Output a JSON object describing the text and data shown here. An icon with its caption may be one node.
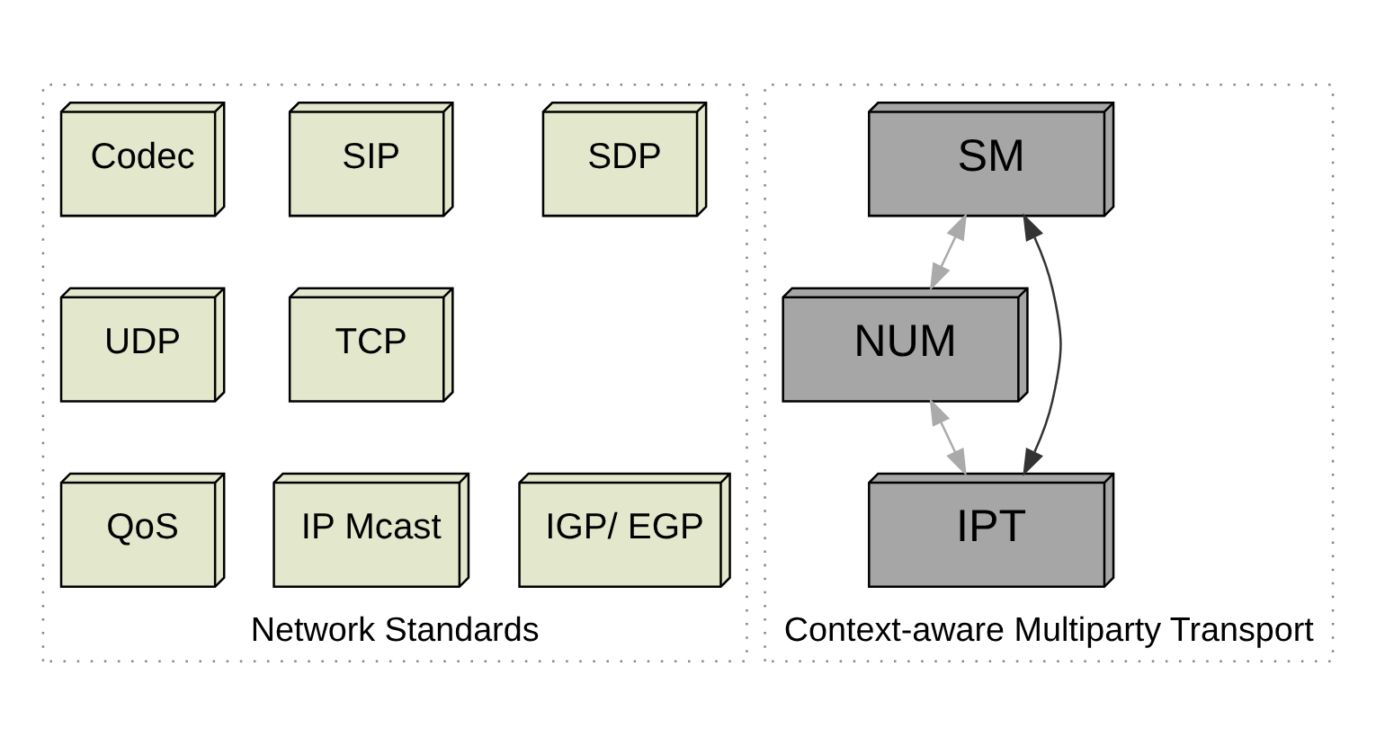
{
  "diagram": {
    "nodes": [
      {
        "text": [
          "Network Standards"
        ]
      },
      {
        "text": [
          "SDP"
        ],
        "in": 0
      },
      {
        "text": [
          "SIP"
        ],
        "in": 0
      },
      {
        "text": [
          "Codec"
        ],
        "in": 0
      },
      {
        "text": [
          "TCP"
        ],
        "in": 0
      },
      {
        "text": [
          "UDP"
        ],
        "in": 0
      },
      {
        "text": [
          "IGP/ EGP"
        ],
        "in": 0
      },
      {
        "text": [
          "IP Mcast"
        ],
        "in": 0
      },
      {
        "text": [
          "QoS"
        ],
        "in": 0
      },
      {
        "text": [
          "Context-aware Multiparty Transport"
        ]
      },
      {
        "text": [
          "SM"
        ],
        "in": 9
      },
      {
        "text": [
          "NUM"
        ],
        "in": 9
      },
      {
        "text": [
          "IPT"
        ],
        "in": 9
      }
    ],
    "edges": [
      {
        "from": 10,
        "to": 12,
        "arrow": "both",
        "color": "#333333"
      },
      {
        "from": 10,
        "to": 11,
        "arrow": "both"
      },
      {
        "from": 11,
        "to": 12,
        "arrow": "both"
      }
    ]
  }
}
